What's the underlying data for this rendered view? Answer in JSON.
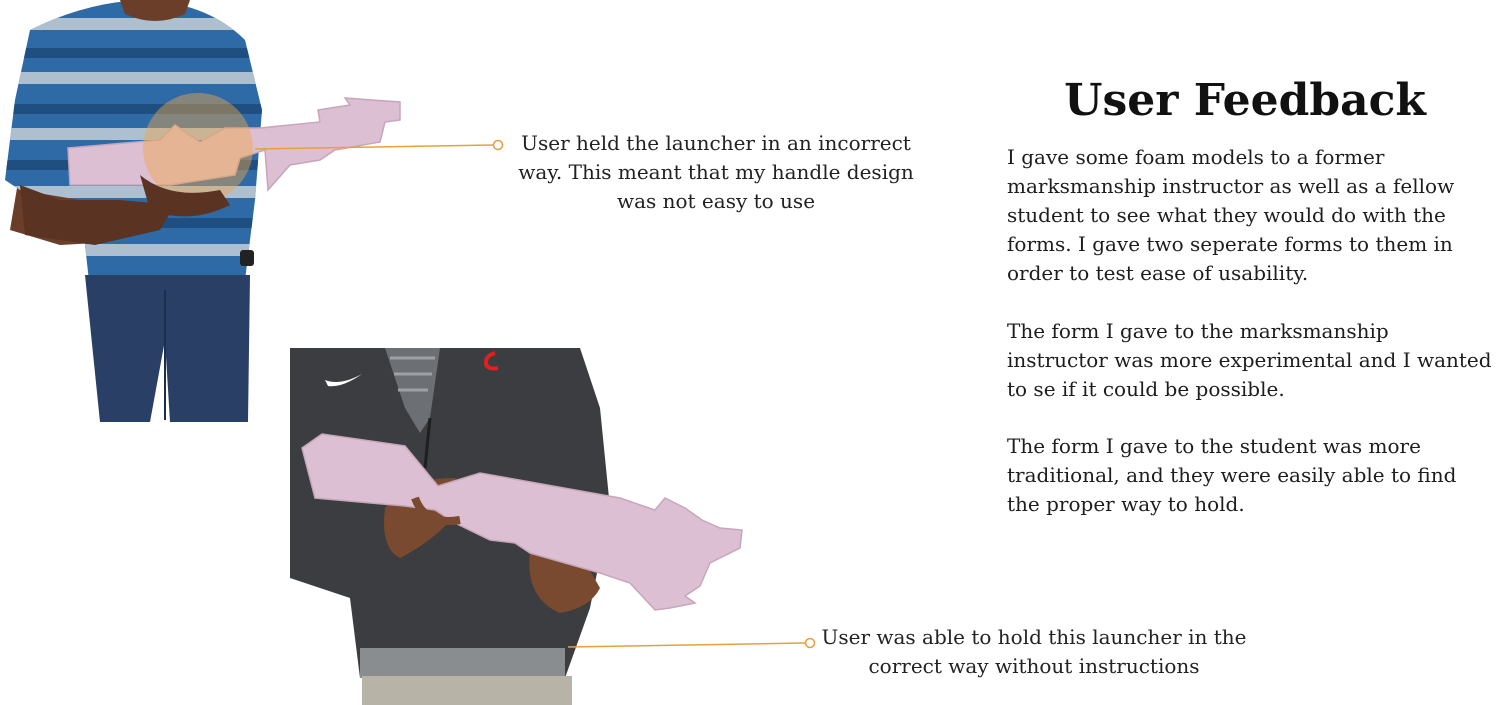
{
  "page": {
    "title": "User Feedback",
    "paragraphs": [
      "I gave some foam models to a former marksmanship instructor as well as a fellow student to see what they would do with the forms. I gave two seperate forms to them in order to test ease of usability.",
      "The form I gave to the marksmanship instructor was more experimental and I wanted to se if it could be possible.",
      "The form I gave to the student was more traditional, and they were easily able to find the proper way to hold."
    ]
  },
  "callouts": [
    {
      "text": "User held the launcher in an incorrect way. This meant that my handle design was not easy to use"
    },
    {
      "text": "User was able to hold this launcher in the correct way without instructions"
    }
  ],
  "colors": {
    "accent": "#e8a03a",
    "foam": "#dcbfd2",
    "shirt_blue": "#2d6aa6",
    "shirt_stripe": "#aebfd0",
    "jeans": "#2a3f66",
    "jacket": "#3b3d40"
  }
}
